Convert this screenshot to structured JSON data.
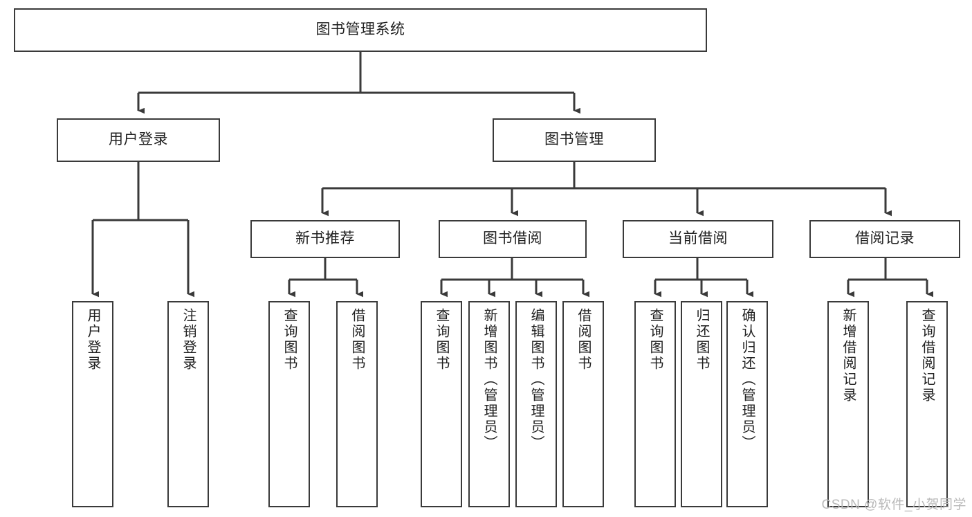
{
  "diagram": {
    "title": "图书管理系统",
    "watermark": "CSDN @软件_小贺同学",
    "colors": {
      "box_border": "#3a3a3a",
      "edge_line": "#3a3a3a",
      "text": "#1f1f1f",
      "background": "#ffffff",
      "watermark": "#b9b9b9"
    },
    "root": {
      "label": "图书管理系统"
    },
    "level1": [
      {
        "label": "用户登录"
      },
      {
        "label": "图书管理"
      }
    ],
    "level2": [
      {
        "label": "新书推荐"
      },
      {
        "label": "图书借阅"
      },
      {
        "label": "当前借阅"
      },
      {
        "label": "借阅记录"
      }
    ],
    "leaves": {
      "user_login": [
        {
          "label": "用户登录"
        },
        {
          "label": "注销登录"
        }
      ],
      "new_book_recommend": [
        {
          "label": "查询图书"
        },
        {
          "label": "借阅图书"
        }
      ],
      "book_borrow": [
        {
          "label": "查询图书"
        },
        {
          "label": "新增图书（管理员）"
        },
        {
          "label": "编辑图书（管理员）"
        },
        {
          "label": "借阅图书"
        }
      ],
      "current_borrow": [
        {
          "label": "查询图书"
        },
        {
          "label": "归还图书"
        },
        {
          "label": "确认归还（管理员）"
        }
      ],
      "borrow_record": [
        {
          "label": "新增借阅记录"
        },
        {
          "label": "查询借阅记录"
        }
      ]
    }
  }
}
